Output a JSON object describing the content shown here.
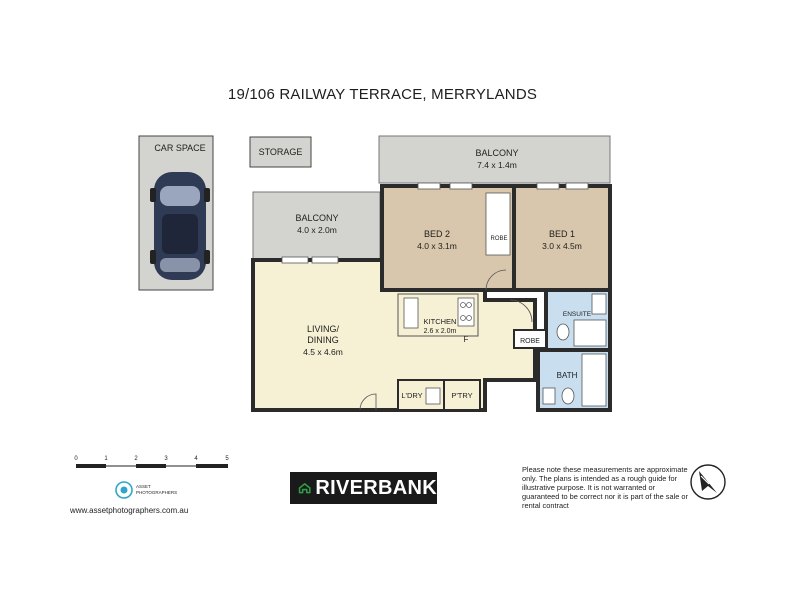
{
  "title": "19/106 RAILWAY TERRACE, MERRYLANDS",
  "rooms": {
    "car_space": "CAR SPACE",
    "storage": "STORAGE",
    "balcony_top": {
      "name": "BALCONY",
      "size": "7.4 x 1.4m"
    },
    "balcony_left": {
      "name": "BALCONY",
      "size": "4.0 x 2.0m"
    },
    "bed2": {
      "name": "BED 2",
      "size": "4.0 x 3.1m"
    },
    "robe_bed2": "ROBE",
    "bed1": {
      "name": "BED 1",
      "size": "3.0 x 4.5m"
    },
    "living": {
      "name1": "LIVING/",
      "name2": "DINING",
      "size": "4.5 x 4.6m"
    },
    "kitchen": {
      "name": "KITCHEN",
      "size": "2.6 x 2.0m"
    },
    "fridge": "F",
    "ensuite": "ENSUITE",
    "robe": "ROBE",
    "bath": "BATH",
    "laundry": "L'DRY",
    "pantry": "P'TRY"
  },
  "scale": {
    "ticks": [
      "0",
      "1",
      "2",
      "3",
      "4",
      "5"
    ]
  },
  "brand": {
    "name": "RIVERBANK"
  },
  "photographer": {
    "line1": "ASSET",
    "line2": "PHOTOGRAPHERS",
    "website": "www.assetphotographers.com.au"
  },
  "disclaimer": "Please note these measurements are approximate only. The plans is intended as a rough guide for illustrative purpose. It is not warranted or guaranteed to be correct nor it is part of the sale or rental contract",
  "colors": {
    "floor": "#f6f0d4",
    "bedroom": "#d8c7ac",
    "wet": "#c9dff0",
    "balcony": "#d3d3d0",
    "car": "#d3d3d0",
    "wall": "#2b2b2b",
    "brand_bg": "#1a1a1a",
    "brand_accent": "#2f9e45"
  }
}
